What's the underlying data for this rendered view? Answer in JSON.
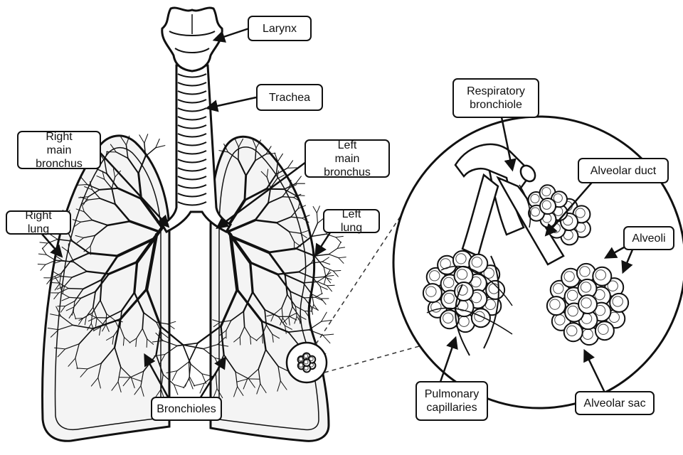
{
  "labels": {
    "larynx": "Larynx",
    "trachea": "Trachea",
    "right_main_bronchus": "Right\nmain bronchus",
    "left_main_bronchus": "Left\nmain bronchus",
    "right_lung": "Right lung",
    "left_lung": "Left lung",
    "bronchioles": "Bronchioles",
    "respiratory_bronchiole": "Respiratory\nbronchiole",
    "alveolar_duct": "Alveolar duct",
    "alveoli": "Alveoli",
    "pulmonary_capillaries": "Pulmonary\ncapillaries",
    "alveolar_sac": "Alveolar sac"
  },
  "colors": {
    "ink": "#111111",
    "fill": "#ffffff",
    "shade": "#f2f2f2"
  }
}
